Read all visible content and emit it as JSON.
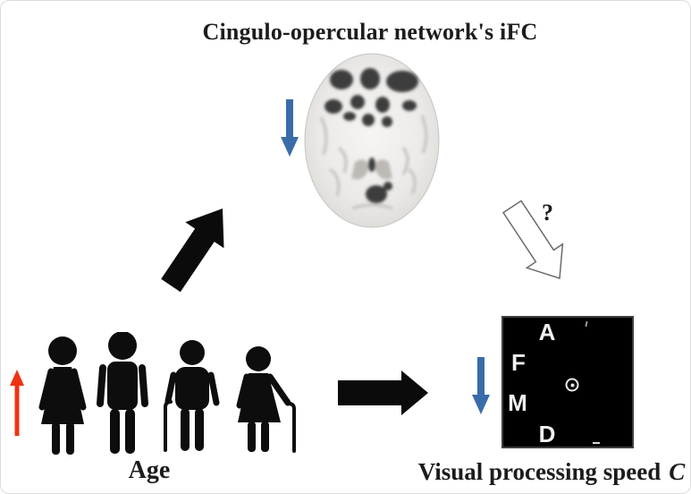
{
  "title": "Cingulo-opercular network's iFC",
  "labels": {
    "age": "Age",
    "speed_text": "Visual processing speed",
    "speed_symbol": "C",
    "question": "?"
  },
  "task_display": {
    "letter_top": "A",
    "letter_upper_left": "F",
    "letter_lower_left": "M",
    "letter_bottom": "D",
    "fixation_symbol": "circled-dot",
    "background": "#000000",
    "letter_color": "#f2f2f2"
  },
  "icons": {
    "brain": "axial-brain-mri-with-dark-clusters",
    "people": [
      "young-woman",
      "young-man",
      "elderly-man-with-cane",
      "elderly-woman-with-cane"
    ],
    "arrows": [
      "red-up-arrow",
      "blue-down-arrow-ifc",
      "blue-down-arrow-speed",
      "black-diagonal-arrow",
      "black-right-arrow",
      "white-outline-question-arrow"
    ]
  },
  "colors": {
    "increase_arrow": "#ee3312",
    "decrease_arrow": "#3a6caa",
    "solid_arrow": "#0b0b0b",
    "outline_arrow_fill": "#ffffff",
    "outline_arrow_stroke": "#6b6b6b",
    "silhouette": "#0d0d0d"
  }
}
